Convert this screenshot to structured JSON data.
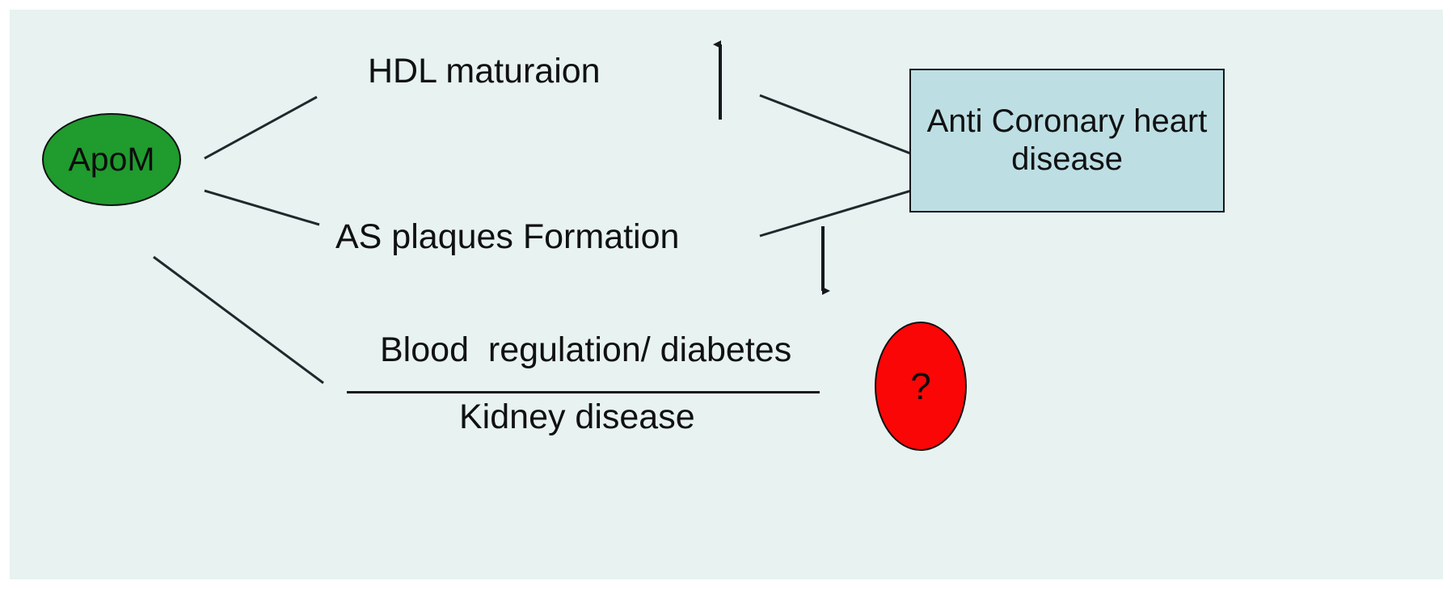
{
  "diagram": {
    "title": "ApoM functional pathway diagram",
    "background_color": "#e7f2f1",
    "canvas_color": "#ffffff",
    "nodes": {
      "source": {
        "label": "ApoM",
        "shape": "ellipse",
        "fill_color": "#209b2e",
        "border_color": "#111111",
        "text_color": "#0d0d0d"
      },
      "outcome": {
        "label": "Anti Coronary heart disease",
        "shape": "rectangle",
        "fill_color": "#bddfe4",
        "border_color": "#15181c",
        "text_color": "#111111"
      },
      "question": {
        "label": "?",
        "shape": "ellipse",
        "fill_color": "#fb0606",
        "border_color": "#111111",
        "text_color": "#0d0d0d"
      }
    },
    "processes": {
      "hdl": {
        "label": "HDL maturaion",
        "direction_arrow": "up",
        "arrow_meaning": "increase"
      },
      "as_plaques": {
        "label": "AS plaques Formation",
        "direction_arrow": "down",
        "arrow_meaning": "decrease"
      },
      "blood": {
        "label": "Blood  regulation/ diabetes"
      },
      "kidney": {
        "label": "Kidney disease"
      }
    },
    "connectors": {
      "apom_to_hdl": "line",
      "apom_to_as_plaques": "line",
      "apom_to_blood_kidney": "line",
      "hdl_to_outcome": "line",
      "as_plaques_to_outcome": "line"
    },
    "line_color": "#20282c"
  }
}
